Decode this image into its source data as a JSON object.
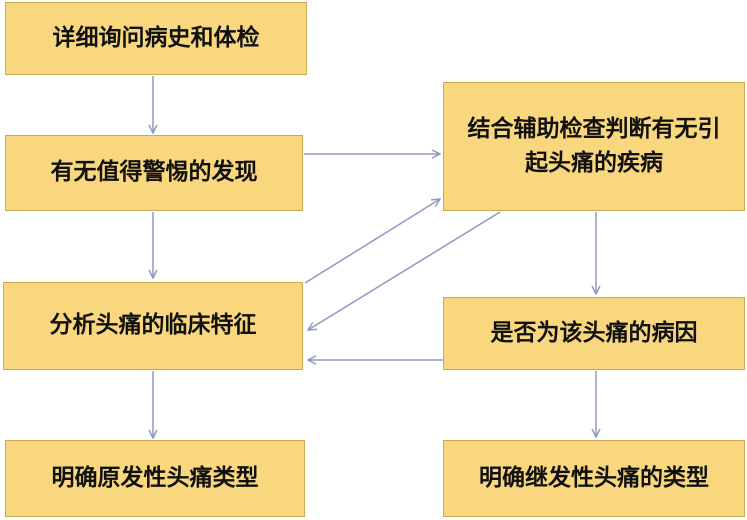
{
  "nodes": {
    "history": "详细询问病史和体检",
    "warning": "有无值得警惕的发现",
    "features": "分析头痛的临床特征",
    "primary": "明确原发性头痛类型",
    "auxiliary": "结合辅助检查判断有无引起头痛的疾病",
    "cause": "是否为该头痛的病因",
    "secondary": "明确继发性头痛的类型"
  },
  "colors": {
    "box_fill": "#F8D77E",
    "box_border": "#C9A94F",
    "arrow": "#8E9AC0"
  }
}
